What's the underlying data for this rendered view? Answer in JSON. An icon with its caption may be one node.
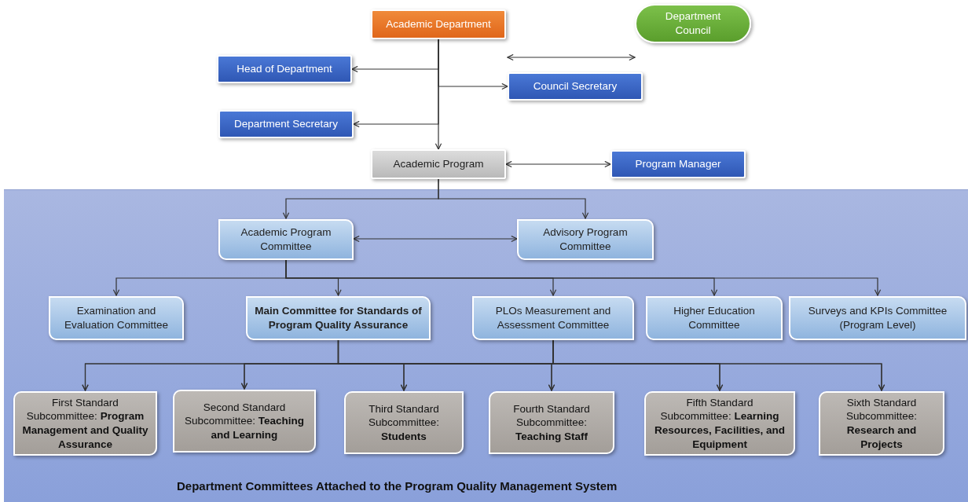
{
  "diagram": {
    "nodes": [
      {
        "text": [
          "Academic Department"
        ]
      },
      {
        "text": [
          "Department Council"
        ]
      },
      {
        "text": [
          "Head of Department"
        ]
      },
      {
        "text": [
          "Council Secretary"
        ]
      },
      {
        "text": [
          "Department Secretary"
        ]
      },
      {
        "text": [
          "Academic Program"
        ]
      },
      {
        "text": [
          "Program Manager"
        ]
      },
      {
        "text": [
          "Department Committees Attached to the Program Quality Management System"
        ]
      },
      {
        "text": [
          "Academic Program Committee"
        ],
        "in": 7
      },
      {
        "text": [
          "Advisory Program Committee"
        ],
        "in": 7
      },
      {
        "text": [
          "Examination and Evaluation Committee"
        ],
        "in": 7
      },
      {
        "text": [
          "Main Committee for Standards of Program Quality Assurance"
        ],
        "in": 7
      },
      {
        "text": [
          "PLOs Measurement and Assessment Committee"
        ],
        "in": 7
      },
      {
        "text": [
          "Higher Education Committee"
        ],
        "in": 7
      },
      {
        "text": [
          "Surveys and KPIs Committee (Program Level)"
        ],
        "in": 7
      },
      {
        "text": [
          "First Standard Subcommittee: **Program Management and Quality Assurance**"
        ],
        "in": 7
      },
      {
        "text": [
          "Second Standard Subcommittee: **Teaching and Learning**"
        ],
        "in": 7
      },
      {
        "text": [
          "Third Standard Subcommittee: **Students**"
        ],
        "in": 7
      },
      {
        "text": [
          "Fourth Standard Subcommittee: **Teaching Staff**"
        ],
        "in": 7
      },
      {
        "text": [
          "Fifth Standard Subcommittee: **Learning Resources, Facilities, and Equipment**"
        ],
        "in": 7
      },
      {
        "text": [
          "Sixth Standard Subcommittee: **Research and Projects**"
        ],
        "in": 7
      }
    ],
    "edges": [
      {
        "from": 0,
        "to": 2,
        "arrow": "to"
      },
      {
        "from": 0,
        "to": 3,
        "arrow": "to"
      },
      {
        "from": 0,
        "to": 4,
        "arrow": "to"
      },
      {
        "from": 0,
        "to": 5,
        "arrow": "to"
      },
      {
        "from": 5,
        "to": 6,
        "arrow": "both"
      },
      {
        "from": 5,
        "to": 8,
        "arrow": "to"
      },
      {
        "from": 5,
        "to": 9,
        "arrow": "to"
      },
      {
        "from": 8,
        "to": 9,
        "arrow": "both"
      },
      {
        "from": 8,
        "to": 10,
        "arrow": "to"
      },
      {
        "from": 8,
        "to": 11,
        "arrow": "to"
      },
      {
        "from": 8,
        "to": 12,
        "arrow": "to"
      },
      {
        "from": 8,
        "to": 13,
        "arrow": "to"
      },
      {
        "from": 8,
        "to": 14,
        "arrow": "to"
      },
      {
        "from": 11,
        "to": 15,
        "arrow": "to"
      },
      {
        "from": 11,
        "to": 16,
        "arrow": "to"
      },
      {
        "from": 11,
        "to": 17,
        "arrow": "to"
      },
      {
        "from": 11,
        "to": 18,
        "arrow": "to"
      },
      {
        "from": 11,
        "to": 19,
        "arrow": "to"
      },
      {
        "from": 11,
        "to": 20,
        "arrow": "to"
      },
      {
        "from": 12,
        "to": 15,
        "arrow": "to"
      },
      {
        "from": 12,
        "to": 16,
        "arrow": "to"
      },
      {
        "from": 12,
        "to": 17,
        "arrow": "to"
      },
      {
        "from": 12,
        "to": 18,
        "arrow": "to"
      },
      {
        "from": 12,
        "to": 19,
        "arrow": "to"
      },
      {
        "from": 12,
        "to": 20,
        "arrow": "to"
      },
      {
        "from": 3,
        "to": 1,
        "arrow": "both"
      }
    ]
  }
}
